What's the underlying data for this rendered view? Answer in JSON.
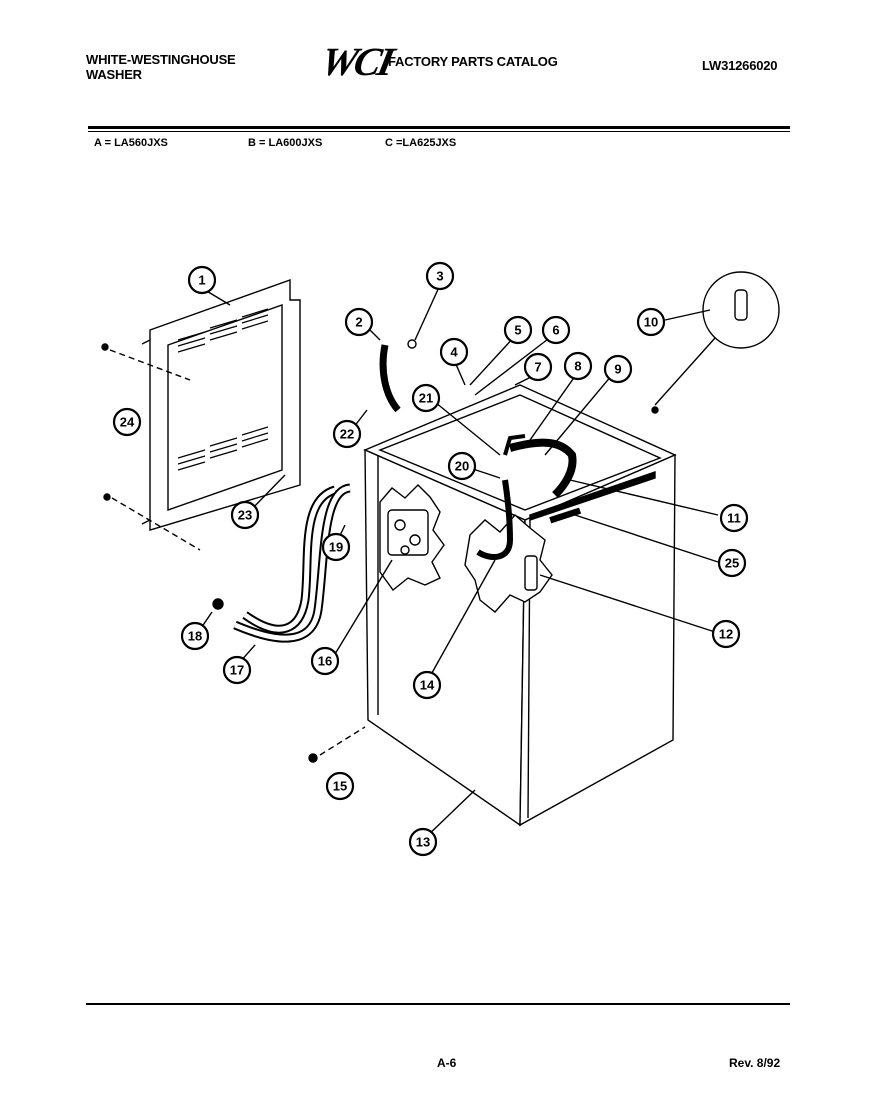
{
  "header": {
    "manufacturer": "WHITE-WESTINGHOUSE",
    "product": "WASHER",
    "brand_logo": "WCI",
    "catalog_title": "FACTORY PARTS CATALOG",
    "catalog_number": "LW31266020"
  },
  "models": [
    {
      "label": "A = LA560JXS"
    },
    {
      "label": "B = LA600JXS"
    },
    {
      "label": "C =LA625JXS"
    }
  ],
  "callouts": [
    "1",
    "2",
    "3",
    "4",
    "5",
    "6",
    "7",
    "8",
    "9",
    "10",
    "11",
    "12",
    "13",
    "14",
    "15",
    "16",
    "17",
    "18",
    "19",
    "20",
    "21",
    "22",
    "23",
    "24",
    "25"
  ],
  "footer": {
    "page": "A-6",
    "revision": "Rev. 8/92"
  }
}
